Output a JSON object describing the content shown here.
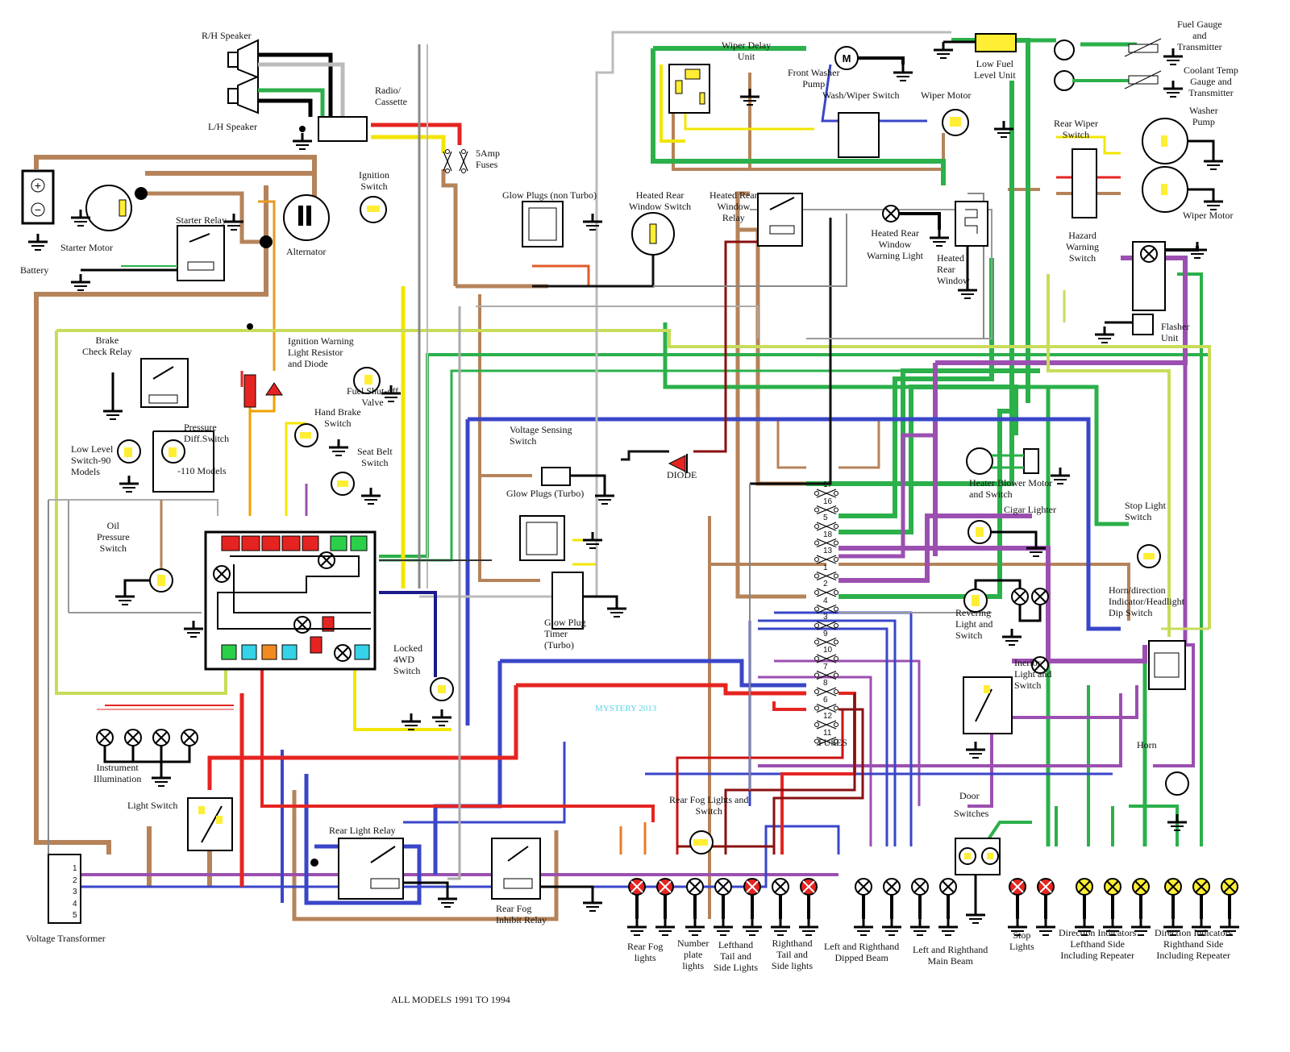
{
  "diagram": {
    "footer": "ALL MODELS 1991 TO 1994",
    "watermark": "MYSTERY 2013",
    "fuses_label": "FUSES",
    "fuse_numbers": [
      "17",
      "16",
      "5",
      "18",
      "13",
      "1",
      "2",
      "4",
      "3",
      "9",
      "10",
      "7",
      "8",
      "6",
      "12",
      "11"
    ],
    "transformer_pins": [
      "1",
      "2",
      "3",
      "4",
      "5"
    ],
    "colors": {
      "brown": "#b5835a",
      "green": "#2bb04a",
      "purple": "#9b4fb0",
      "blue": "#3a46c8",
      "red": "#e52421",
      "yellow": "#f2e600",
      "lightgreen": "#c8dc5a",
      "black": "#000000",
      "grey": "#9a9a9a"
    }
  },
  "labels": {
    "rh_speaker": "R/H Speaker",
    "lh_speaker": "L/H Speaker",
    "radio": "Radio/\nCassette",
    "fuses_5amp": "5Amp\nFuses",
    "battery": "Battery",
    "starter_motor": "Starter Motor",
    "starter_relay": "Starter Relay",
    "alternator": "Alternator",
    "ignition_switch": "Ignition\nSwitch",
    "glow_plugs_non_turbo": "Glow Plugs (non Turbo)",
    "heated_rear_window_switch": "Heated Rear\nWindow Switch",
    "heated_rear_window_relay": "Heated Rear\nWindow\nRelay",
    "heated_rear_window_warning": "Heated Rear\nWindow\nWarning Light",
    "heated_rear_window": "Heated\nRear\nWindow",
    "wiper_delay_unit": "Wiper Delay\nUnit",
    "front_washer_pump": "Front Washer\nPump",
    "wash_wiper_switch": "Wash/Wiper Switch",
    "wiper_motor_front": "Wiper Motor",
    "low_fuel_level_unit": "Low Fuel\nLevel Unit",
    "fuel_gauge": "Fuel Gauge\nand\nTransmitter",
    "coolant_temp": "Coolant Temp\nGauge and\nTransmitter",
    "rear_wiper_switch": "Rear Wiper\nSwitch",
    "washer_pump": "Washer\nPump",
    "wiper_motor_rear": "Wiper Motor",
    "hazard_warning_switch": "Hazard\nWarning\nSwitch",
    "flasher_unit": "Flasher\nUnit",
    "brake_check_relay": "Brake\nCheck Relay",
    "ignition_warning": "Ignition Warning\nLight Resistor\nand Diode",
    "fuel_shutoff": "Fuel Shut-off\nValve",
    "hand_brake_switch": "Hand Brake\nSwitch",
    "seat_belt_switch": "Seat Belt\nSwitch",
    "pressure_diff_switch": "Pressure\nDiff.Switch",
    "low_level_switch": "Low Level\nSwitch-90\nModels",
    "models_110": "-110  Models",
    "oil_pressure_switch": "Oil\nPressure\nSwitch",
    "voltage_sensing_switch": "Voltage Sensing\nSwitch",
    "diode": "DIODE",
    "glow_plugs_turbo": "Glow Plugs (Turbo)",
    "glow_plug_timer": "Glow Plug\nTimer\n(Turbo)",
    "locked_4wd_switch": "Locked\n4WD\nSwitch",
    "heater_blower": "Heater Blower Motor\nand Switch",
    "cigar_lighter": "Cigar Lighter",
    "stop_light_switch": "Stop Light\nSwitch",
    "reversing_light": "Revering\nLight and\nSwitch",
    "horn_switch": "Horn/direction\nIndicator/Headlight\nDip Switch",
    "interior_light": "Inerior\nLight and\nSwitch",
    "horn": "Horn",
    "instrument_illumination": "Instrument\nIllumination",
    "light_switch": "Light Switch",
    "voltage_transformer": "Voltage Transformer",
    "rear_light_relay": "Rear Light Relay",
    "rear_fog_inhibit_relay": "Rear Fog\nInhibit Relay",
    "rear_fog_lights_switch": "Rear Fog Lights and\nSwitch",
    "door_switches_title": "Door",
    "door_switches_sub": "Switches",
    "rear_fog_lights": "Rear Fog\nlights",
    "number_plate_lights": "Number\nplate\nlights",
    "lh_tail_side": "Lefthand\nTail and\nSide Lights",
    "rh_tail_side": "Righthand\nTail and\nSide lights",
    "dipped_beam": "Left and Righthand\nDipped Beam",
    "main_beam": "Left and Righthand\nMain Beam",
    "stop_lights": "Stop\nLights",
    "di_left": "Direction Indicators\nLefthand Side\nIncluding Repeater",
    "di_right": "Direction Indicators\nRighthand Side\nIncluding Repeater"
  }
}
